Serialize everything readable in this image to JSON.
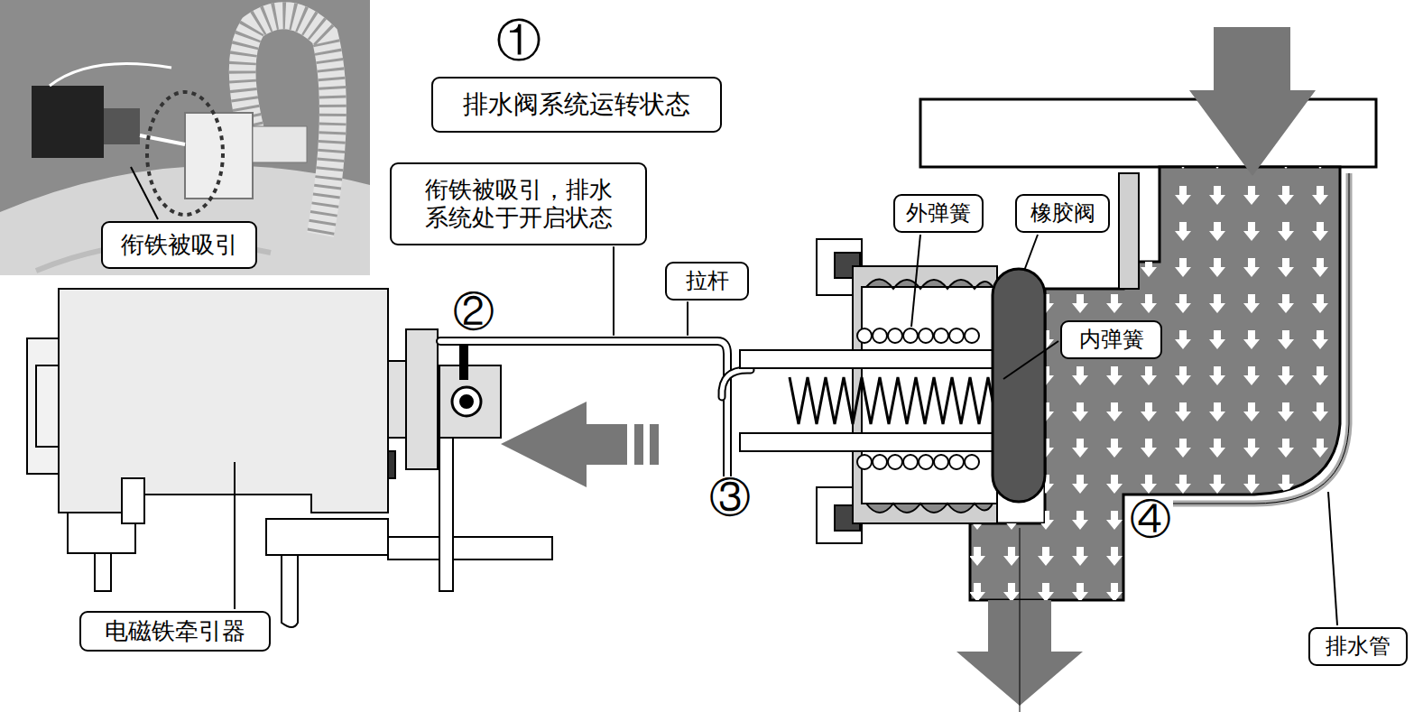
{
  "diagram": {
    "nodes": [
      {
        "text": [
          "排水阀系统运转状态"
        ]
      },
      {
        "text": [
          "衔铁被吸引，排水 系统处于开启状态"
        ]
      },
      {
        "text": [
          "外弹簧"
        ]
      },
      {
        "text": [
          "橡胶阀"
        ]
      },
      {
        "text": [
          "衔铁被吸引"
        ]
      },
      {
        "text": [
          "拉杆"
        ]
      },
      {
        "text": [
          "内弹簧"
        ]
      },
      {
        "text": [
          "电磁铁牵引器"
        ]
      },
      {
        "text": [
          "排水管"
        ]
      }
    ],
    "labels": [
      "①",
      "②",
      "③",
      "④"
    ]
  }
}
